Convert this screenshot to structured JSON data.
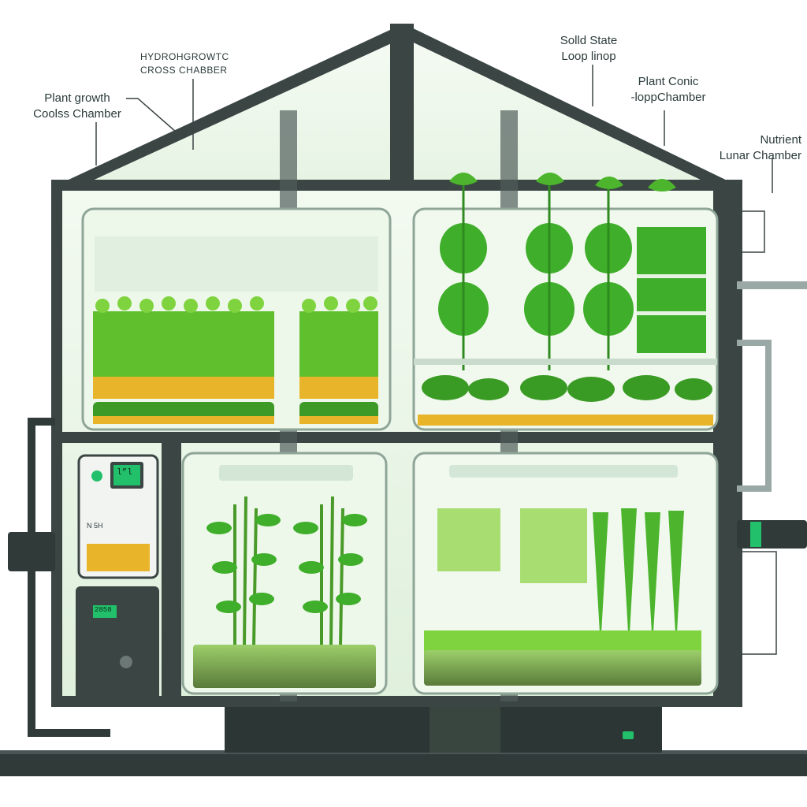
{
  "callouts": {
    "plant_growth": {
      "line1": "Plant growth",
      "line2": "Coolss Chamber"
    },
    "hydro": {
      "line1": "HYDROHGROWTC",
      "line2": "CROSS CHABBER"
    },
    "solid_state": {
      "line1": "Solld State",
      "line2": "Loop linop"
    },
    "plant_conic": {
      "line1": "Plant Conic",
      "line2": "-loppChamber"
    },
    "nutrient": {
      "line1": "Nutrient",
      "line2": "Lunar Chamber"
    }
  },
  "panel": {
    "screen_text": "l”l",
    "label_text": "N 5H"
  },
  "lower_panel": {
    "screen_text": "2858"
  },
  "colors": {
    "frame": "#3a4544",
    "glass": "#e6f3e3",
    "leaf": "#3fae2a",
    "leaf_light": "#7fd33f",
    "tray_gold": "#e8b42a",
    "accent_green": "#22c06b"
  }
}
